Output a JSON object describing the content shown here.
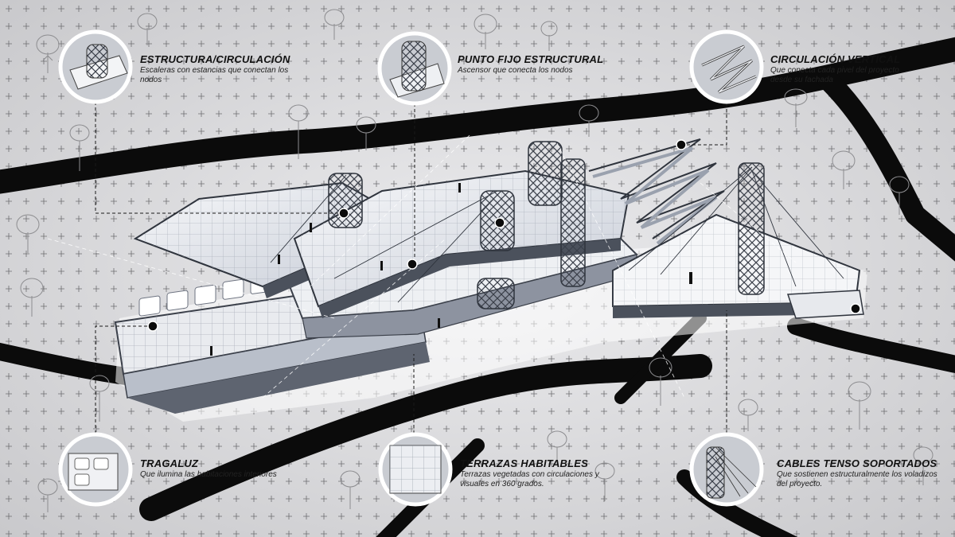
{
  "annotations": [
    {
      "id": "estructura-circulacion",
      "title": "ESTRUCTURA/CIRCULACIÓN",
      "desc": "Escaleras con estancias que conectan los nodos",
      "icon": "stair-tower-thumbnail-icon"
    },
    {
      "id": "punto-fijo-estructural",
      "title": "PUNTO FIJO ESTRUCTURAL",
      "desc": "Ascensor que conecta los nodos",
      "icon": "lattice-cylinder-thumbnail-icon"
    },
    {
      "id": "circulacion-vertical",
      "title": "CIRCULACIÓN VERTICAL",
      "desc": "Que conecta cada pivel del proyecto desde su fachada",
      "icon": "zigzag-ramp-thumbnail-icon"
    },
    {
      "id": "tragaluz",
      "title": "TRAGALUZ",
      "desc": "Que ilumina las habitaciones interiores",
      "icon": "skylight-rooms-thumbnail-icon"
    },
    {
      "id": "terrazas-habitables",
      "title": "TERRAZAS HABITABLES",
      "desc": "Terrazas vegetadas con circulaciones y visuales en 360 grados.",
      "icon": "terrace-thumbnail-icon"
    },
    {
      "id": "cables-tenso-soportados",
      "title": "CABLES TENSO SOPORTADOS",
      "desc": "Que sostienen estructuralmente los voladizos del proyecto.",
      "icon": "cable-tower-thumbnail-icon"
    }
  ],
  "colors": {
    "background": "#d9d9db",
    "dark": "#0b0b0b",
    "building": "#f2f3f6",
    "building_edge": "#3a3f49",
    "glass": "#c7ccd6"
  }
}
